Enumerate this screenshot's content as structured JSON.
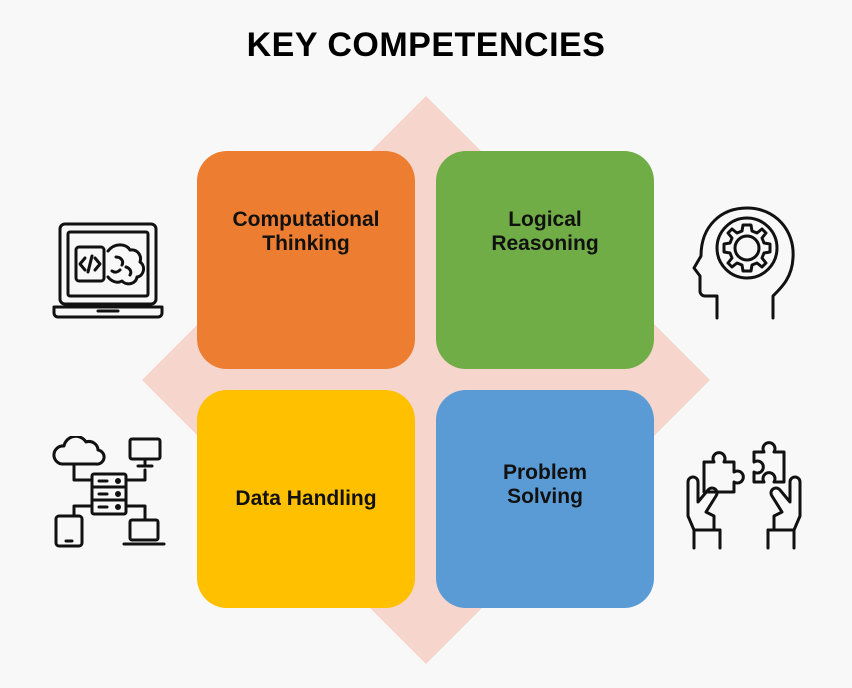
{
  "title": "KEY COMPETENCIES",
  "quadrants": [
    {
      "label": "Computational\nThinking",
      "color": "#ed7d31",
      "icon": "laptop-brain-code-icon"
    },
    {
      "label": "Logical\nReasoning",
      "color": "#70ad47",
      "icon": "head-gear-icon"
    },
    {
      "label": "Data Handling",
      "color": "#ffc000",
      "icon": "data-network-icon"
    },
    {
      "label": "Problem\nSolving",
      "color": "#5b9bd5",
      "icon": "hands-puzzle-icon"
    }
  ],
  "background_diamond_color": "#f6d5cc"
}
